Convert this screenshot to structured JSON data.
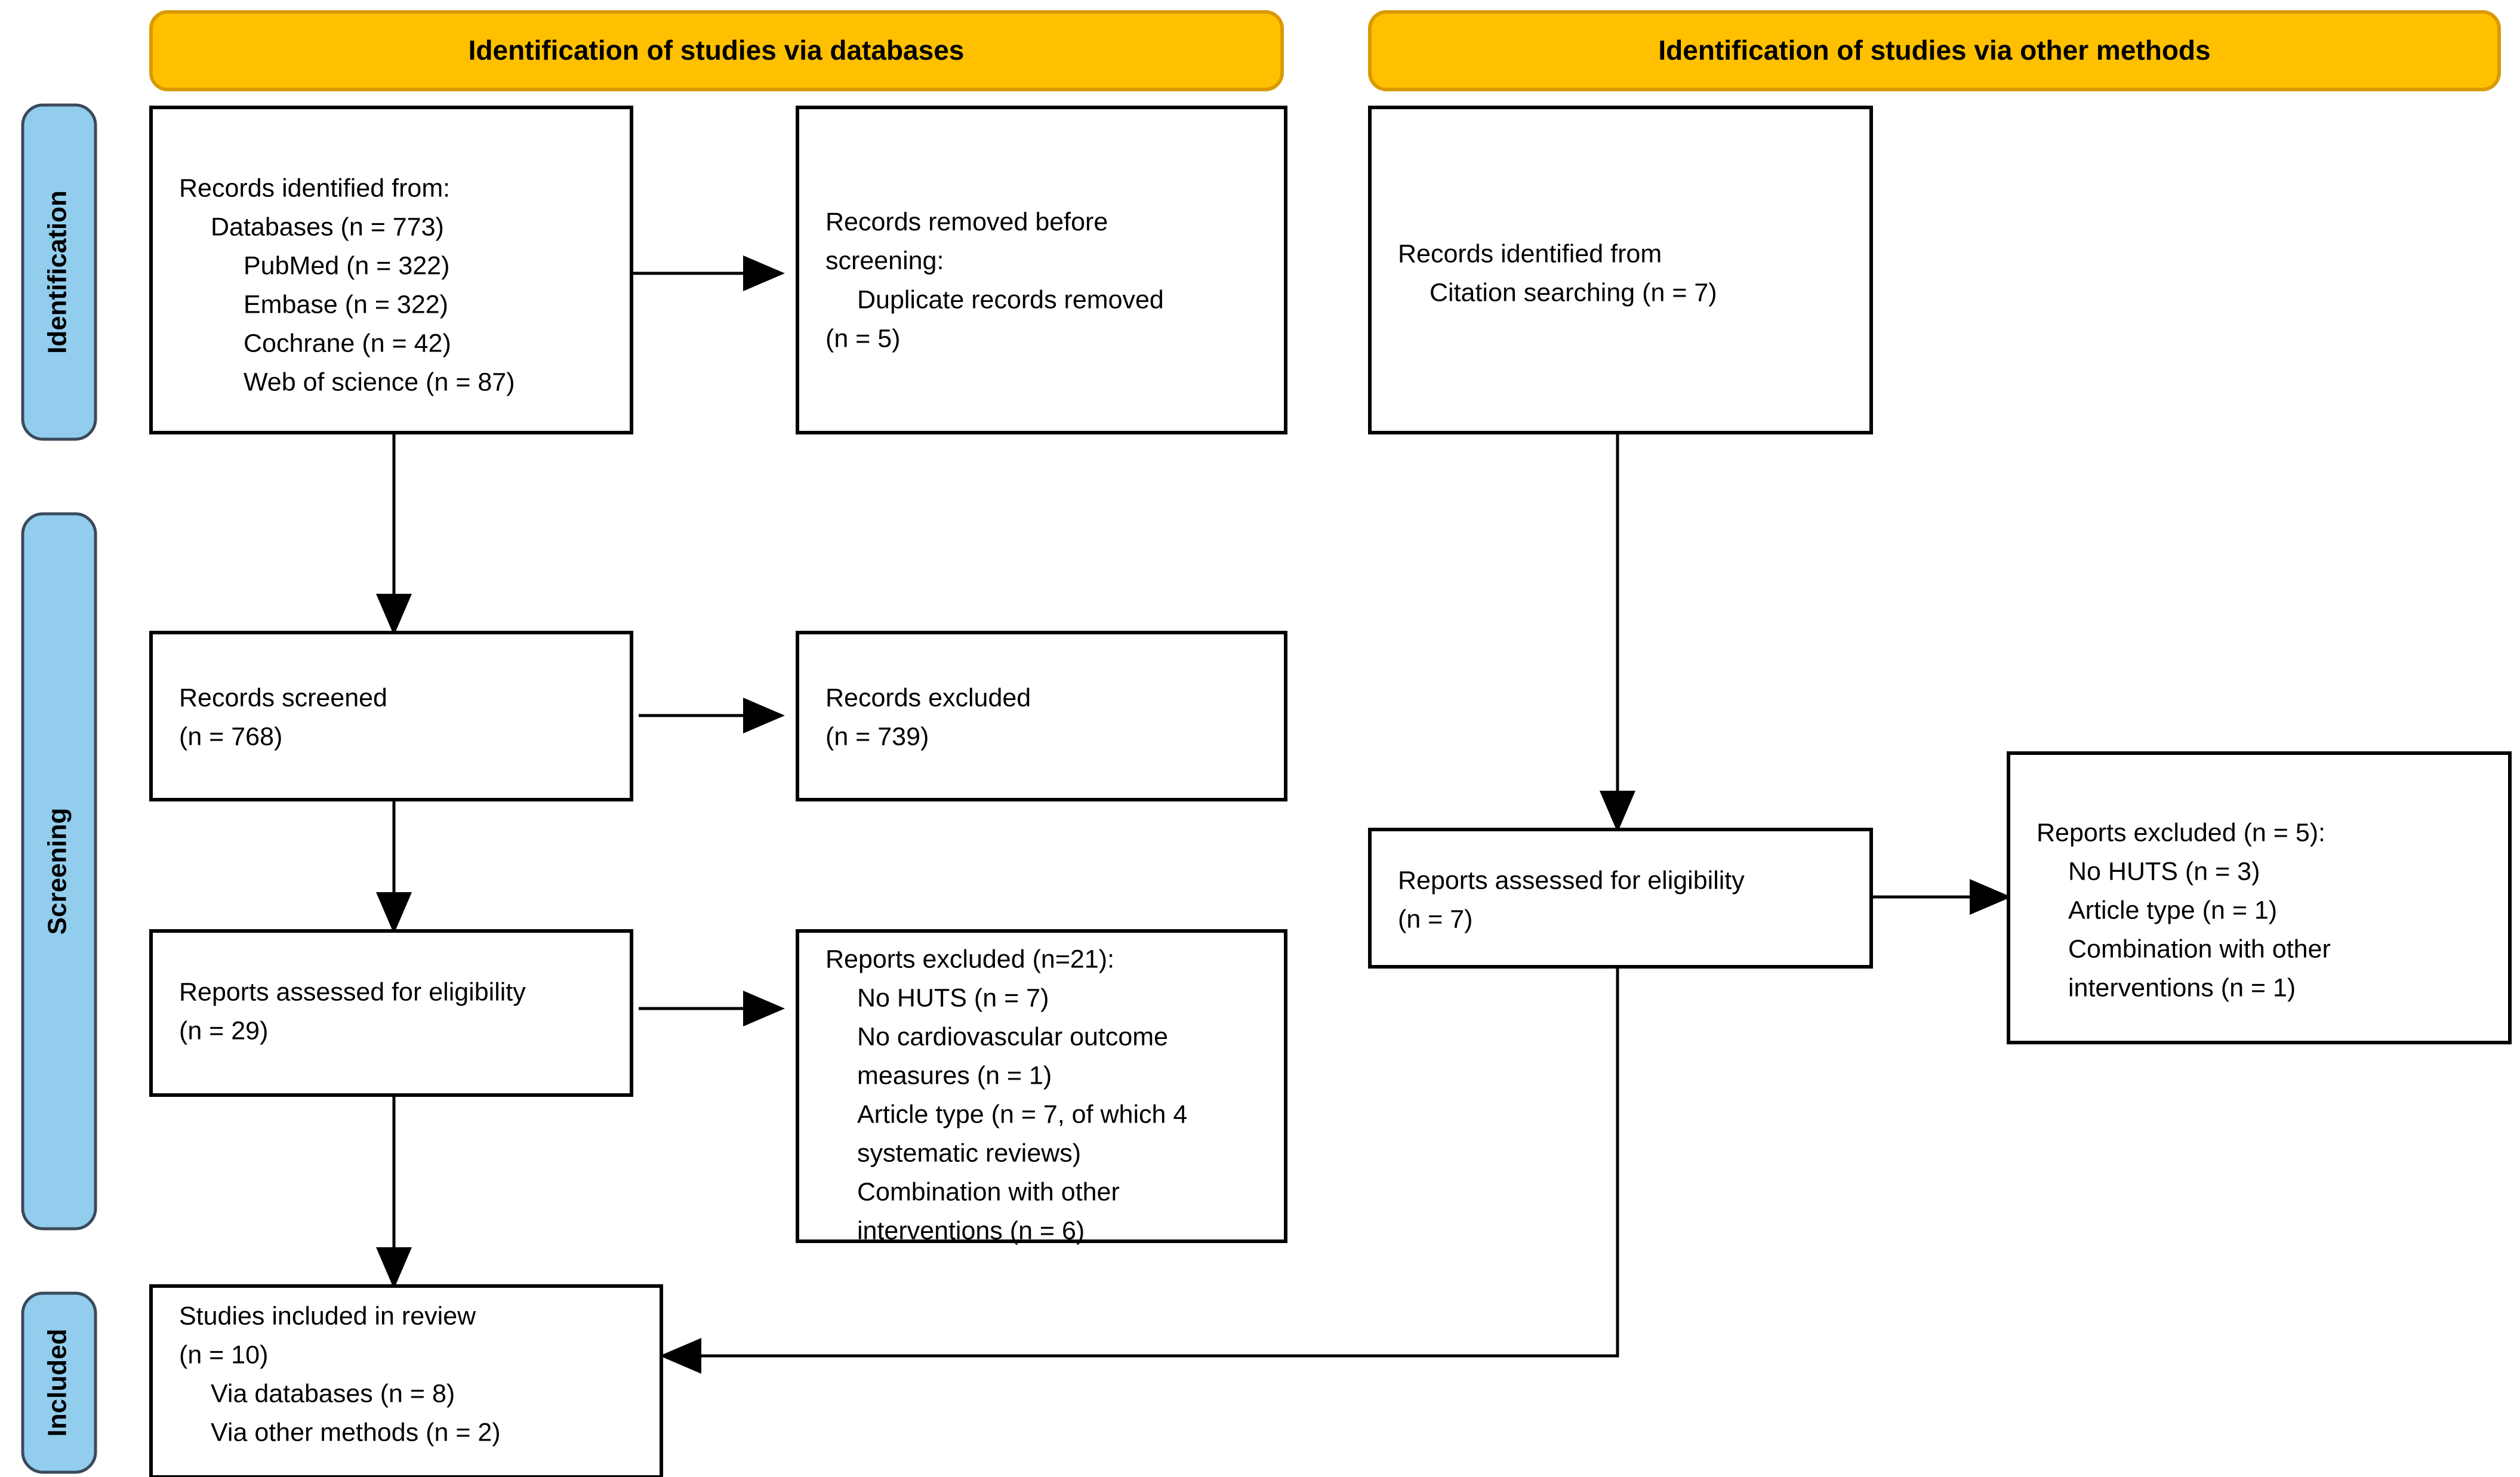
{
  "diagram": {
    "title": "PRISMA 2020 flow diagram",
    "colors": {
      "banner": "#FFC000",
      "banner_border": "#D99B00",
      "stage_bar": "#92CDEE",
      "stage_bar_border": "#3B4A5A",
      "box_border": "#000000",
      "box_fill": "#FFFFFF",
      "connector": "#000000",
      "text": "#000000"
    },
    "banners": [
      {
        "id": "banner-databases",
        "label": "Identification of studies via databases"
      },
      {
        "id": "banner-other-methods",
        "label": "Identification of studies via other methods"
      }
    ],
    "stages": [
      {
        "id": "stage-identification",
        "label": "Identification"
      },
      {
        "id": "stage-screening",
        "label": "Screening"
      },
      {
        "id": "stage-included",
        "label": "Included"
      }
    ],
    "boxes": {
      "records_identified": {
        "id": "box-records-identified",
        "lines": [
          {
            "text": "Records identified from:",
            "indent": 0
          },
          {
            "text": "Databases (n = 773)",
            "indent": 1
          },
          {
            "text": "PubMed (n = 322)",
            "indent": 2
          },
          {
            "text": "Embase (n = 322)",
            "indent": 2
          },
          {
            "text": "Cochrane (n = 42)",
            "indent": 2
          },
          {
            "text": "Web of science (n = 87)",
            "indent": 2
          }
        ]
      },
      "records_removed": {
        "id": "box-records-removed",
        "lines": [
          {
            "text": "Records removed ",
            "indent": 0,
            "tail_italic": "before"
          },
          {
            "text": "screening",
            "indent": 0,
            "italic": true,
            "tail": ":"
          },
          {
            "text": "Duplicate records removed",
            "indent": 1
          },
          {
            "text": "(n = 5)",
            "indent": 0
          }
        ]
      },
      "records_identified_other": {
        "id": "box-records-identified-other",
        "lines": [
          {
            "text": "Records identified from",
            "indent": 0
          },
          {
            "text": "Citation searching (n = 7)",
            "indent": 1
          }
        ]
      },
      "records_screened": {
        "id": "box-records-screened",
        "lines": [
          {
            "text": "Records screened",
            "indent": 0
          },
          {
            "text": "(n = 768)",
            "indent": 0
          }
        ]
      },
      "records_excluded": {
        "id": "box-records-excluded",
        "lines": [
          {
            "text": "Records excluded",
            "indent": 0
          },
          {
            "text": "(n = 739)",
            "indent": 0
          }
        ]
      },
      "reports_eligibility_db": {
        "id": "box-reports-eligibility-databases",
        "lines": [
          {
            "text": "Reports assessed for eligibility",
            "indent": 0
          },
          {
            "text": "(n = 29)",
            "indent": 0
          }
        ]
      },
      "reports_excluded_db": {
        "id": "box-reports-excluded-databases",
        "lines": [
          {
            "text": "Reports excluded (n=21):",
            "indent": 0
          },
          {
            "text": "No HUTS (n = 7)",
            "indent": 1
          },
          {
            "text": "No cardiovascular outcome",
            "indent": 1
          },
          {
            "text": "measures (n = 1)",
            "indent": 1
          },
          {
            "text": "Article type (n = 7, of which 4",
            "indent": 1
          },
          {
            "text": "systematic reviews)",
            "indent": 1
          },
          {
            "text": "Combination with other",
            "indent": 1
          },
          {
            "text": "interventions (n = 6)",
            "indent": 1
          }
        ]
      },
      "reports_eligibility_other": {
        "id": "box-reports-eligibility-other",
        "lines": [
          {
            "text": "Reports assessed for eligibility",
            "indent": 0
          },
          {
            "text": "(n = 7)",
            "indent": 0
          }
        ]
      },
      "reports_excluded_other": {
        "id": "box-reports-excluded-other",
        "lines": [
          {
            "text": "Reports excluded (n = 5):",
            "indent": 0
          },
          {
            "text": "No HUTS (n = 3)",
            "indent": 1
          },
          {
            "text": "Article type (n = 1)",
            "indent": 1
          },
          {
            "text": "Combination with other",
            "indent": 1
          },
          {
            "text": "interventions (n = 1)",
            "indent": 1
          }
        ]
      },
      "studies_included": {
        "id": "box-studies-included",
        "lines": [
          {
            "text": "Studies included in review",
            "indent": 0
          },
          {
            "text": "(n = 10)",
            "indent": 0
          },
          {
            "text": "Via databases (n = 8)",
            "indent": 1
          },
          {
            "text": "Via other methods (n = 2)",
            "indent": 1
          }
        ]
      }
    }
  }
}
